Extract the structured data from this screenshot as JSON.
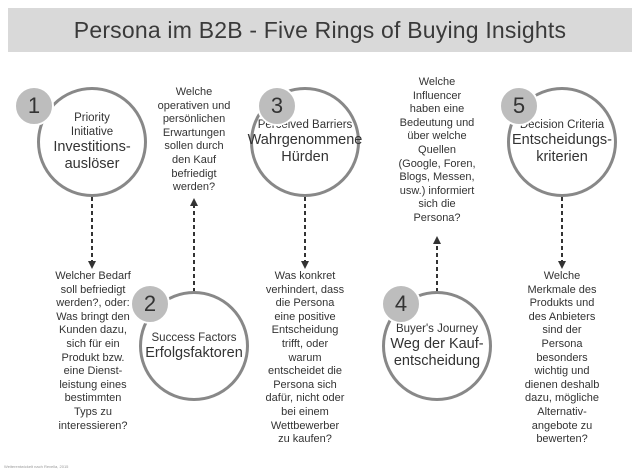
{
  "title": "Persona im B2B - Five Rings of Buying Insights",
  "credit": "Weiterentwickelt nach Revella, 2015",
  "rings": [
    {
      "number": "1",
      "small": "Priority\nInitiative",
      "big": "Investitions-\nauslöser"
    },
    {
      "number": "2",
      "small": "Success Factors",
      "big": "Erfolgsfaktoren"
    },
    {
      "number": "3",
      "small": "Perceived Barriers",
      "big": "Wahrgenommene\nHürden"
    },
    {
      "number": "4",
      "small": "Buyer's Journey",
      "big": "Weg der Kauf-\nentscheidung"
    },
    {
      "number": "5",
      "small": "Decision Criteria",
      "big": "Entscheidungs-\nkriterien"
    }
  ],
  "questions": {
    "q1": "Welcher Bedarf\nsoll befriedigt\nwerden?, oder:\nWas bringt den\nKunden dazu,\nsich für ein\nProdukt bzw.\neine Dienst-\nleistung eines\nbestimmten\nTyps zu\ninteressieren?",
    "q2": "Welche\noperativen und\npersönlichen\nErwartungen\nsollen durch\nden Kauf\nbefriedigt\nwerden?",
    "q3": "Was konkret\nverhindert, dass\ndie Persona\neine positive\nEntscheidung\ntrifft, oder\nwarum\nentscheidet die\nPersona sich\ndafür, nicht oder\nbei einem\nWettbewerber\nzu kaufen?",
    "q4": "Welche\nInfluencer\nhaben eine\nBedeutung und\nüber welche\nQuellen\n(Google, Foren,\nBlogs, Messen,\nusw.) informiert\nsich die\nPersona?",
    "q5": "Welche\nMerkmale des\nProdukts und\ndes Anbieters\nsind der\nPersona\nbesonders\nwichtig und\ndienen deshalb\ndazu, mögliche\nAlternativ-\nangebote zu\nbewerten?"
  },
  "colors": {
    "header_bg": "#d9d9d9",
    "ring_border": "#888888",
    "badge_bg": "#bdbdbd",
    "arrow": "#333333"
  }
}
